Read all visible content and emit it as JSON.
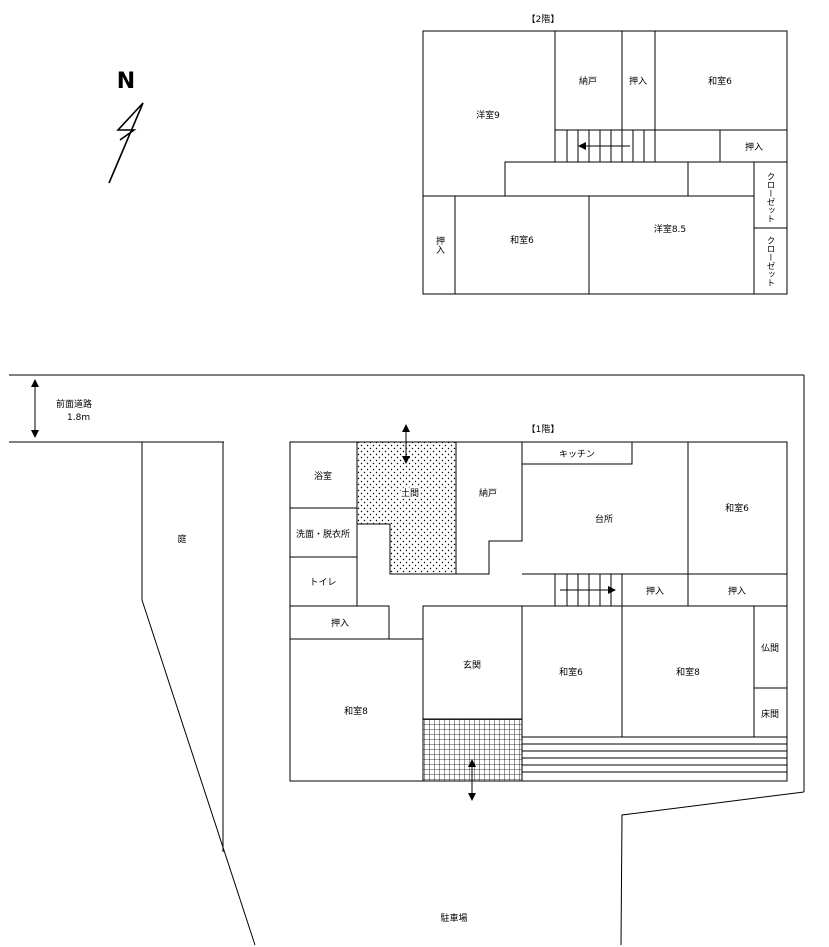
{
  "floor2": {
    "title": "【2階】",
    "rooms": {
      "youshitsu9": "洋室9",
      "nando": "納戸",
      "oshiire_top": "押入",
      "washitsu6_top": "和室6",
      "oshiire_right": "押入",
      "closet1": "クローゼット",
      "closet2": "クローゼット",
      "oshiire_left": "押入",
      "washitsu6_bottom": "和室6",
      "youshitsu85": "洋室8.5"
    }
  },
  "floor1": {
    "title": "【1階】",
    "rooms": {
      "yokushitsu": "浴室",
      "doma": "土間",
      "nando": "納戸",
      "kitchen": "キッチン",
      "daidokoro": "台所",
      "washitsu6_right": "和室6",
      "senmen": "洗面・脱衣所",
      "toilet": "トイレ",
      "oshiire_stairs": "押入",
      "oshiire_right": "押入",
      "oshiire_left": "押入",
      "genkan": "玄関",
      "washitsu6_center": "和室6",
      "washitsu8_center": "和室8",
      "butsuma": "仏間",
      "tokonoma": "床間",
      "washitsu8_left": "和室8"
    }
  },
  "site": {
    "north": "N",
    "road_label": "前面道路",
    "road_width": "1.8m",
    "garden": "庭",
    "parking": "駐車場"
  }
}
